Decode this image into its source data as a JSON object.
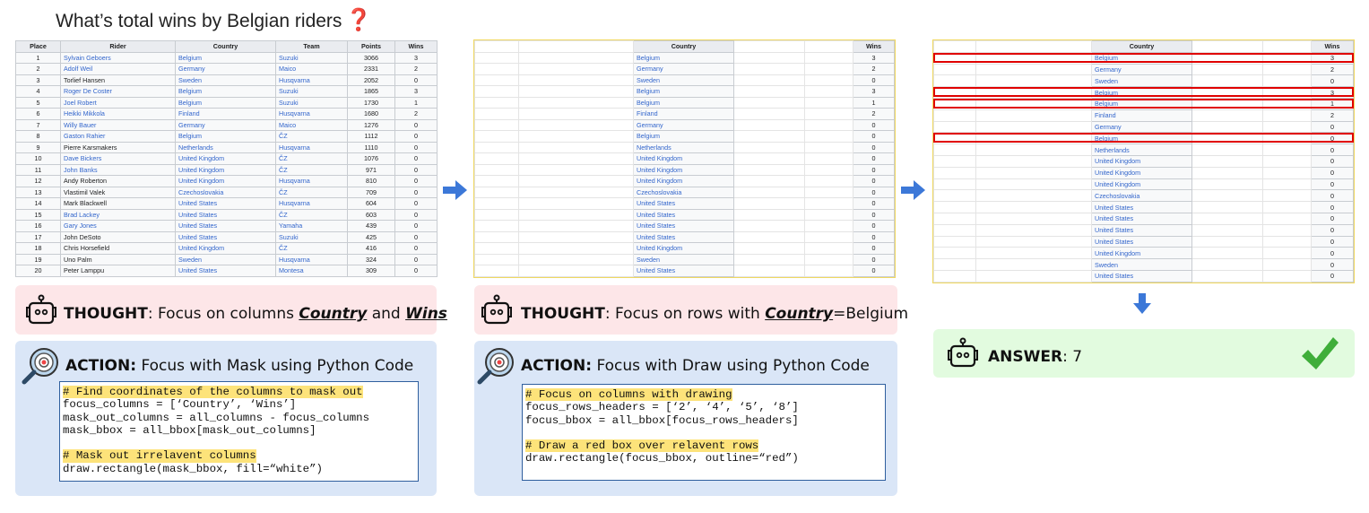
{
  "title": {
    "question": "What’s total wins by Belgian riders",
    "question_mark": "❓"
  },
  "table": {
    "headers": [
      "Place",
      "Rider",
      "Country",
      "Team",
      "Points",
      "Wins"
    ],
    "rows": [
      [
        "1",
        "Sylvain Geboers",
        "Belgium",
        "Suzuki",
        "3066",
        "3"
      ],
      [
        "2",
        "Adolf Weil",
        "Germany",
        "Maico",
        "2331",
        "2"
      ],
      [
        "3",
        "Torlief Hansen",
        "Sweden",
        "Husqvarna",
        "2052",
        "0"
      ],
      [
        "4",
        "Roger De Coster",
        "Belgium",
        "Suzuki",
        "1865",
        "3"
      ],
      [
        "5",
        "Joel Robert",
        "Belgium",
        "Suzuki",
        "1730",
        "1"
      ],
      [
        "6",
        "Heikki Mikkola",
        "Finland",
        "Husqvarna",
        "1680",
        "2"
      ],
      [
        "7",
        "Willy Bauer",
        "Germany",
        "Maico",
        "1276",
        "0"
      ],
      [
        "8",
        "Gaston Rahier",
        "Belgium",
        "ČZ",
        "1112",
        "0"
      ],
      [
        "9",
        "Pierre Karsmakers",
        "Netherlands",
        "Husqvarna",
        "1110",
        "0"
      ],
      [
        "10",
        "Dave Bickers",
        "United Kingdom",
        "ČZ",
        "1076",
        "0"
      ],
      [
        "11",
        "John Banks",
        "United Kingdom",
        "ČZ",
        "971",
        "0"
      ],
      [
        "12",
        "Andy Roberton",
        "United Kingdom",
        "Husqvarna",
        "810",
        "0"
      ],
      [
        "13",
        "Vlastimil Valek",
        "Czechoslovakia",
        "ČZ",
        "709",
        "0"
      ],
      [
        "14",
        "Mark Blackwell",
        "United States",
        "Husqvarna",
        "604",
        "0"
      ],
      [
        "15",
        "Brad Lackey",
        "United States",
        "ČZ",
        "603",
        "0"
      ],
      [
        "16",
        "Gary Jones",
        "United States",
        "Yamaha",
        "439",
        "0"
      ],
      [
        "17",
        "John DeSoto",
        "United States",
        "Suzuki",
        "425",
        "0"
      ],
      [
        "18",
        "Chris Horsefield",
        "United Kingdom",
        "ČZ",
        "416",
        "0"
      ],
      [
        "19",
        "Uno Palm",
        "Sweden",
        "Husqvarna",
        "324",
        "0"
      ],
      [
        "20",
        "Peter Lamppu",
        "United States",
        "Montesa",
        "309",
        "0"
      ]
    ],
    "linked_riders": [
      1,
      2,
      4,
      5,
      6,
      7,
      8,
      10,
      11,
      15,
      16
    ],
    "highlighted_rows": [
      1,
      4,
      5,
      8
    ]
  },
  "step1": {
    "thought_label": "THOUGHT",
    "thought_pre": ": Focus on columns ",
    "thought_col1": "Country",
    "thought_mid": " and ",
    "thought_col2": "Wins",
    "action_label": "ACTION:",
    "action_text": " Focus with Mask using Python Code",
    "code": [
      {
        "text": "# Find coordinates of the columns to mask out",
        "comment": true
      },
      {
        "text": "focus_columns = [‘Country’, ‘Wins’]",
        "comment": false
      },
      {
        "text": "mask_out_columns = all_columns - focus_columns",
        "comment": false
      },
      {
        "text": "mask_bbox = all_bbox[mask_out_columns]",
        "comment": false
      },
      {
        "text": "",
        "comment": false
      },
      {
        "text": "# Mask out irrelavent columns",
        "comment": true
      },
      {
        "text": "draw.rectangle(mask_bbox, fill=“white”)",
        "comment": false
      }
    ]
  },
  "step2": {
    "thought_label": "THOUGHT",
    "thought_pre": ": Focus on rows with ",
    "thought_col1": "Country",
    "thought_post": "=Belgium",
    "action_label": "ACTION:",
    "action_text": " Focus with Draw using Python Code",
    "code": [
      {
        "text": "# Focus on columns with drawing",
        "comment": true
      },
      {
        "text": "focus_rows_headers = [‘2’, ‘4’, ‘5’, ‘8’]",
        "comment": false
      },
      {
        "text": "focus_bbox = all_bbox[focus_rows_headers]",
        "comment": false
      },
      {
        "text": "",
        "comment": false
      },
      {
        "text": "# Draw a red box over relavent rows",
        "comment": true
      },
      {
        "text": "draw.rectangle(focus_bbox, outline=“red”)",
        "comment": false
      }
    ]
  },
  "answer": {
    "label": "ANSWER",
    "value": ": 7"
  },
  "colors": {
    "arrow": "#3c78d8",
    "check": "#3fae3a",
    "red_box": "#e00000"
  }
}
